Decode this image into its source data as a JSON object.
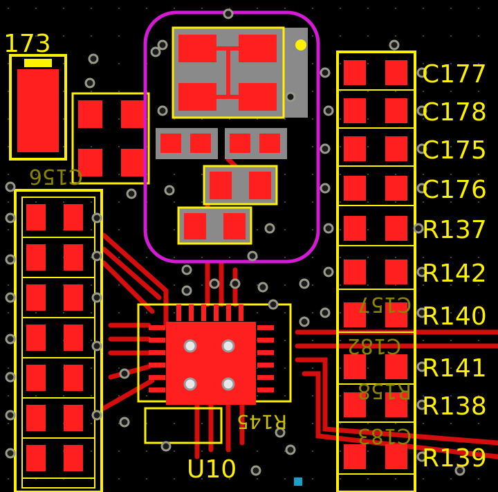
{
  "colors": {
    "background": "#000000",
    "copper_pad": "#ff1f1f",
    "copper_trace": "#d40d0d",
    "silkscreen": "#fff200",
    "silkscreen_faded": "#8a8400",
    "keepout_outline": "#d41ad4",
    "via_ring": "#9a9a8a",
    "gray_fill": "#8a8a8a",
    "via_hole": "#e8e8e8"
  },
  "labels": {
    "top_left_ref": "173",
    "u10": "U10",
    "r145": "R145",
    "right_column": [
      "C177",
      "C178",
      "C175",
      "C176",
      "R137",
      "R142",
      "R140",
      "R141",
      "R138",
      "R139"
    ],
    "faded": [
      "C156",
      "C182",
      "R158",
      "C183",
      "C157"
    ]
  },
  "icons": {
    "board": "pcb-layout",
    "via": "via-icon",
    "pad": "pad-icon"
  }
}
